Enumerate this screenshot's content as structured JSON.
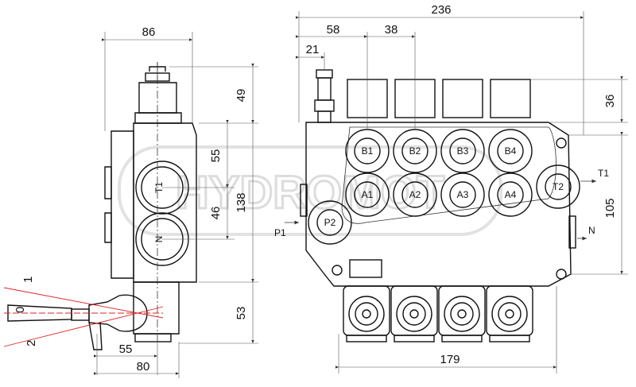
{
  "watermark": "HYDROMOT",
  "side_view": {
    "dims": {
      "top_width": "86",
      "top_height": "49",
      "spacing_t1_n_a": "55",
      "spacing_t1_n_b": "46",
      "body_height": "138",
      "bottom_height": "53",
      "lever_offset": "55",
      "bottom_width": "80"
    },
    "ports": [
      "T1",
      "N"
    ],
    "lever_positions": [
      "1",
      "0",
      "2"
    ]
  },
  "front_view": {
    "dims": {
      "overall_width": "236",
      "spool_pitch_a": "58",
      "spool_pitch_b": "38",
      "inlet_offset": "21",
      "top_height": "36",
      "body_height": "105",
      "bottom_width": "179"
    },
    "ports_b": [
      "B1",
      "B2",
      "B3",
      "B4"
    ],
    "ports_a": [
      "A1",
      "A2",
      "A3",
      "A4"
    ],
    "pressure_port": "P2",
    "return_port": "T2",
    "labels": {
      "p1": "P1",
      "t1": "T1",
      "n": "N"
    }
  }
}
